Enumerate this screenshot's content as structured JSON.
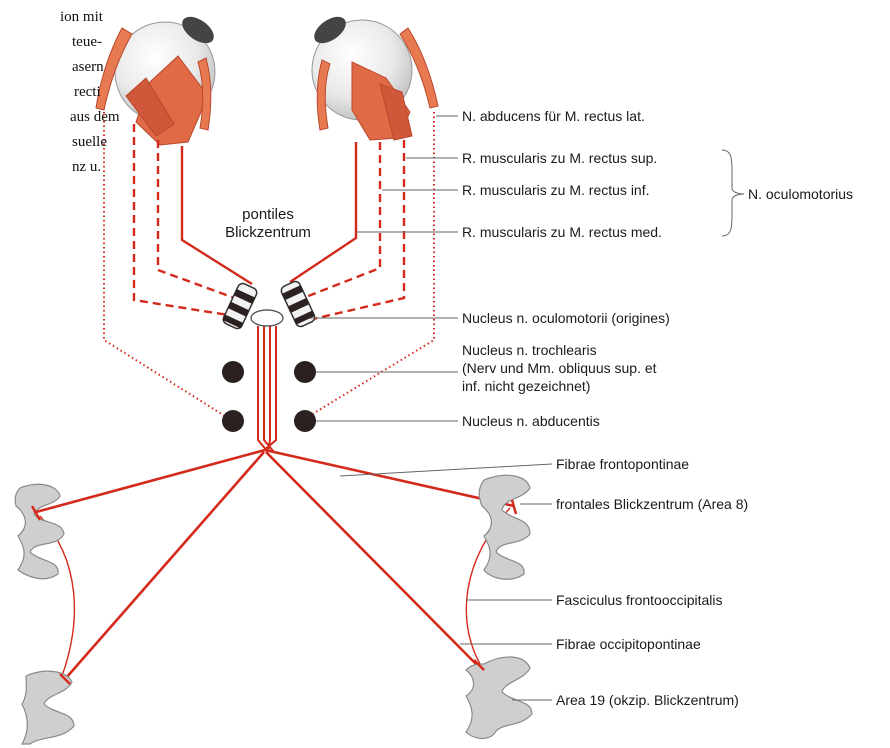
{
  "colors": {
    "nerve": "#d42a1c",
    "muscle": "#e06a45",
    "muscle_dark": "#c4482c",
    "eye": "#ececec",
    "cortex": "#c9c9c9",
    "leader": "#555555",
    "nucleus": "#2a2120"
  },
  "cropped_text_lines": [
    "ion mit",
    "teue-",
    "asern",
    "recti",
    "aus dem",
    "suelle",
    "nz u."
  ],
  "center_label": [
    "pontiles",
    "Blickzentrum"
  ],
  "labels": {
    "abducens": "N. abducens für M. rectus lat.",
    "rect_sup": "R. muscularis zu M. rectus sup.",
    "rect_inf": "R. muscularis zu M. rectus inf.",
    "rect_med": "R. muscularis zu M. rectus med.",
    "oculomotorius": "N. oculomotorius",
    "nucleus_oculomotorii": "Nucleus n. oculomotorii (origines)",
    "nucleus_trochlearis": [
      "Nucleus n. trochlearis",
      "(Nerv und Mm. obliquus sup. et",
      "inf. nicht gezeichnet)"
    ],
    "nucleus_abducentis": "Nucleus n. abducentis",
    "fibrae_frontopontinae": "Fibrae frontopontinae",
    "frontales": "frontales Blickzentrum (Area 8)",
    "fasciculus": "Fasciculus frontooccipitalis",
    "fibrae_occipitopontinae": "Fibrae occipitopontinae",
    "area19": "Area 19 (okzip. Blickzentrum)"
  }
}
